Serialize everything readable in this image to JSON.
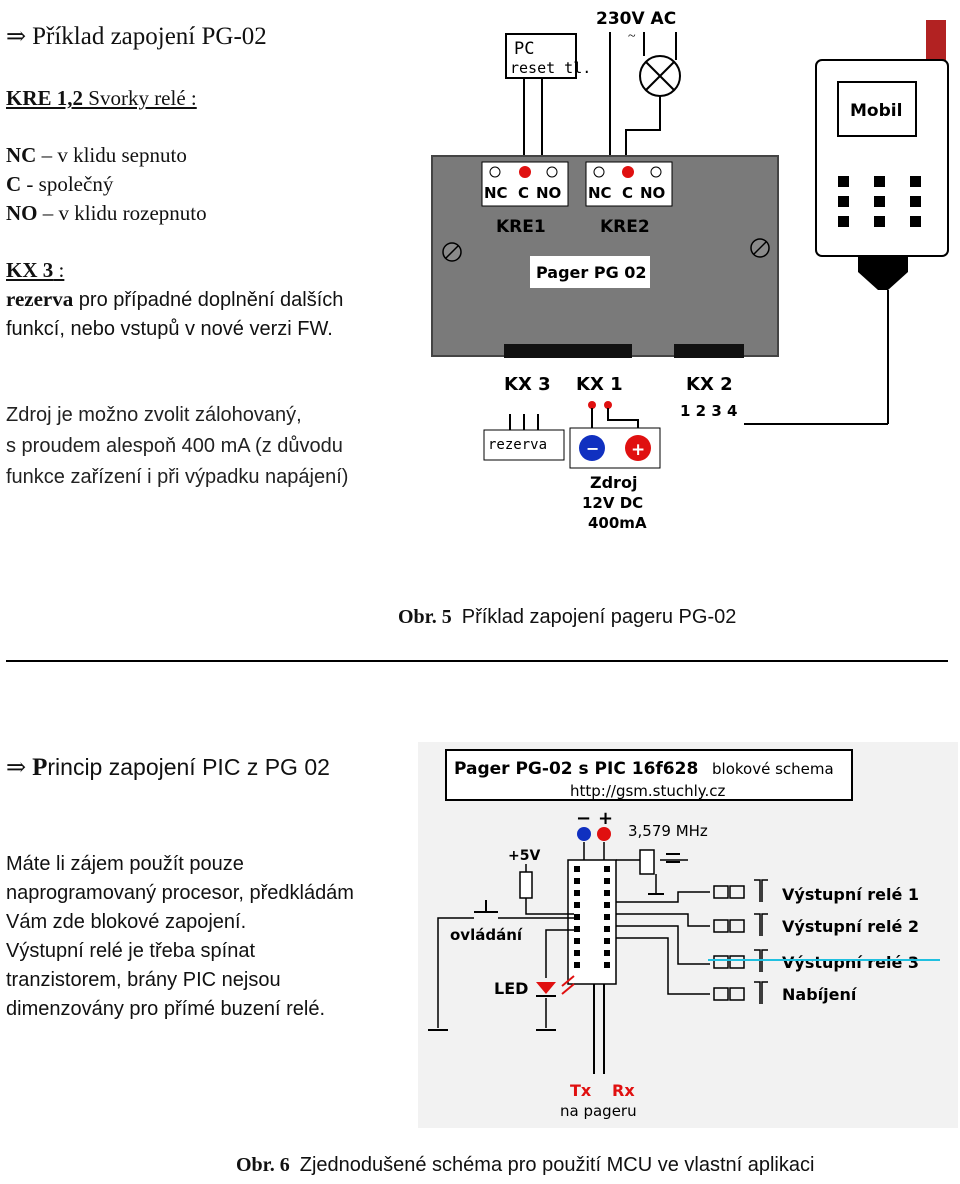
{
  "section1": {
    "arrow": "⇒",
    "title": "Příklad zapojení PG-02",
    "kre_label": "KRE 1,2",
    "kre_text": " Svorky relé :",
    "nc_term": "NC",
    "nc_text": " – v klidu sepnuto",
    "c_term": "C",
    "c_text": " - společný",
    "no_term": "NO",
    "no_text": " – v klidu rozepnuto",
    "kx3_label": "KX 3",
    "kx3_colon": " :",
    "rezerva_term": "rezerva",
    "rezerva_text_1": " pro případné doplnění dalších",
    "rezerva_text_2": "funkcí, nebo vstupů v nové verzi FW.",
    "zdroj_1": "Zdroj je možno zvolit zálohovaný,",
    "zdroj_2": "s proudem alespoň 400 mA (z důvodu",
    "zdroj_3": "funkce zařízení i při výpadku napájení)",
    "caption_label": "Obr. 5",
    "caption_text": "Příklad zapojení pageru PG-02"
  },
  "diagram1": {
    "pc_line1": "PC",
    "pc_line2": "reset tl.",
    "ac": "230V AC",
    "tilde": "~",
    "mobil": "Mobil",
    "nc": "NC",
    "c": "C",
    "no": "NO",
    "kre1": "KRE1",
    "kre2": "KRE2",
    "pager": "Pager PG 02",
    "kx3": "KX 3",
    "kx1": "KX 1",
    "kx2": "KX 2",
    "pins": "1 2 3 4",
    "rezerva": "rezerva",
    "minus": "−",
    "plus": "+",
    "zdroj": "Zdroj",
    "volt": "12V DC",
    "current": "400mA"
  },
  "section2": {
    "arrow": "⇒",
    "title_first": "P",
    "title_rest": "rincip zapojení PIC z PG 02",
    "para_1": "Máte li zájem použít pouze",
    "para_2": "naprogramovaný procesor, předkládám",
    "para_3": "Vám zde blokové zapojení.",
    "para_4": "Výstupní relé je třeba spínat",
    "para_5": "tranzistorem, brány PIC nejsou",
    "para_6": "dimenzovány pro přímé buzení relé.",
    "caption_label": "Obr. 6",
    "caption_text": "Zjednodušené schéma pro použití MCU ve vlastní aplikaci"
  },
  "diagram2": {
    "title": "Pager PG-02 s PIC 16f628",
    "subtitle": "blokové schema",
    "url": "http://gsm.stuchly.cz",
    "minus": "−",
    "plus": "+",
    "freq": "3,579 MHz",
    "plus5v": "+5V",
    "ovladani": "ovládání",
    "led": "LED",
    "relay1": "Výstupní relé 1",
    "relay2": "Výstupní relé 2",
    "relay3": "Výstupní relé 3",
    "nabijeni": "Nabíjení",
    "tx": "Tx",
    "rx": "Rx",
    "na_pageru": "na pageru"
  },
  "colors": {
    "board": "#7a7a7a",
    "red": "#e01010",
    "blue": "#1030c0",
    "cyan": "#20c0e0",
    "panel": "#e8e8e8"
  }
}
